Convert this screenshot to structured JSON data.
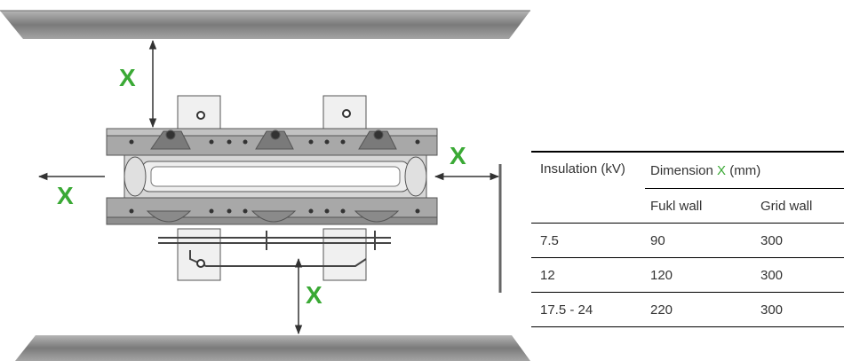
{
  "diagram": {
    "dimension_label": "X",
    "colors": {
      "label": "#3aa935",
      "wall": "#8c8c8c",
      "equipment": "#9a9a9a",
      "line": "#333333"
    }
  },
  "table": {
    "header_col1": "Insulation (kV)",
    "header_dimension_prefix": "Dimension ",
    "header_dimension_var": "X",
    "header_dimension_suffix": " (mm)",
    "subheaders": [
      "Fukl wall",
      "Grid wall"
    ],
    "rows": [
      {
        "insulation": "7.5",
        "fukl": "90",
        "grid": "300"
      },
      {
        "insulation": "12",
        "fukl": "120",
        "grid": "300"
      },
      {
        "insulation": "17.5 - 24",
        "fukl": "220",
        "grid": "300"
      }
    ]
  }
}
